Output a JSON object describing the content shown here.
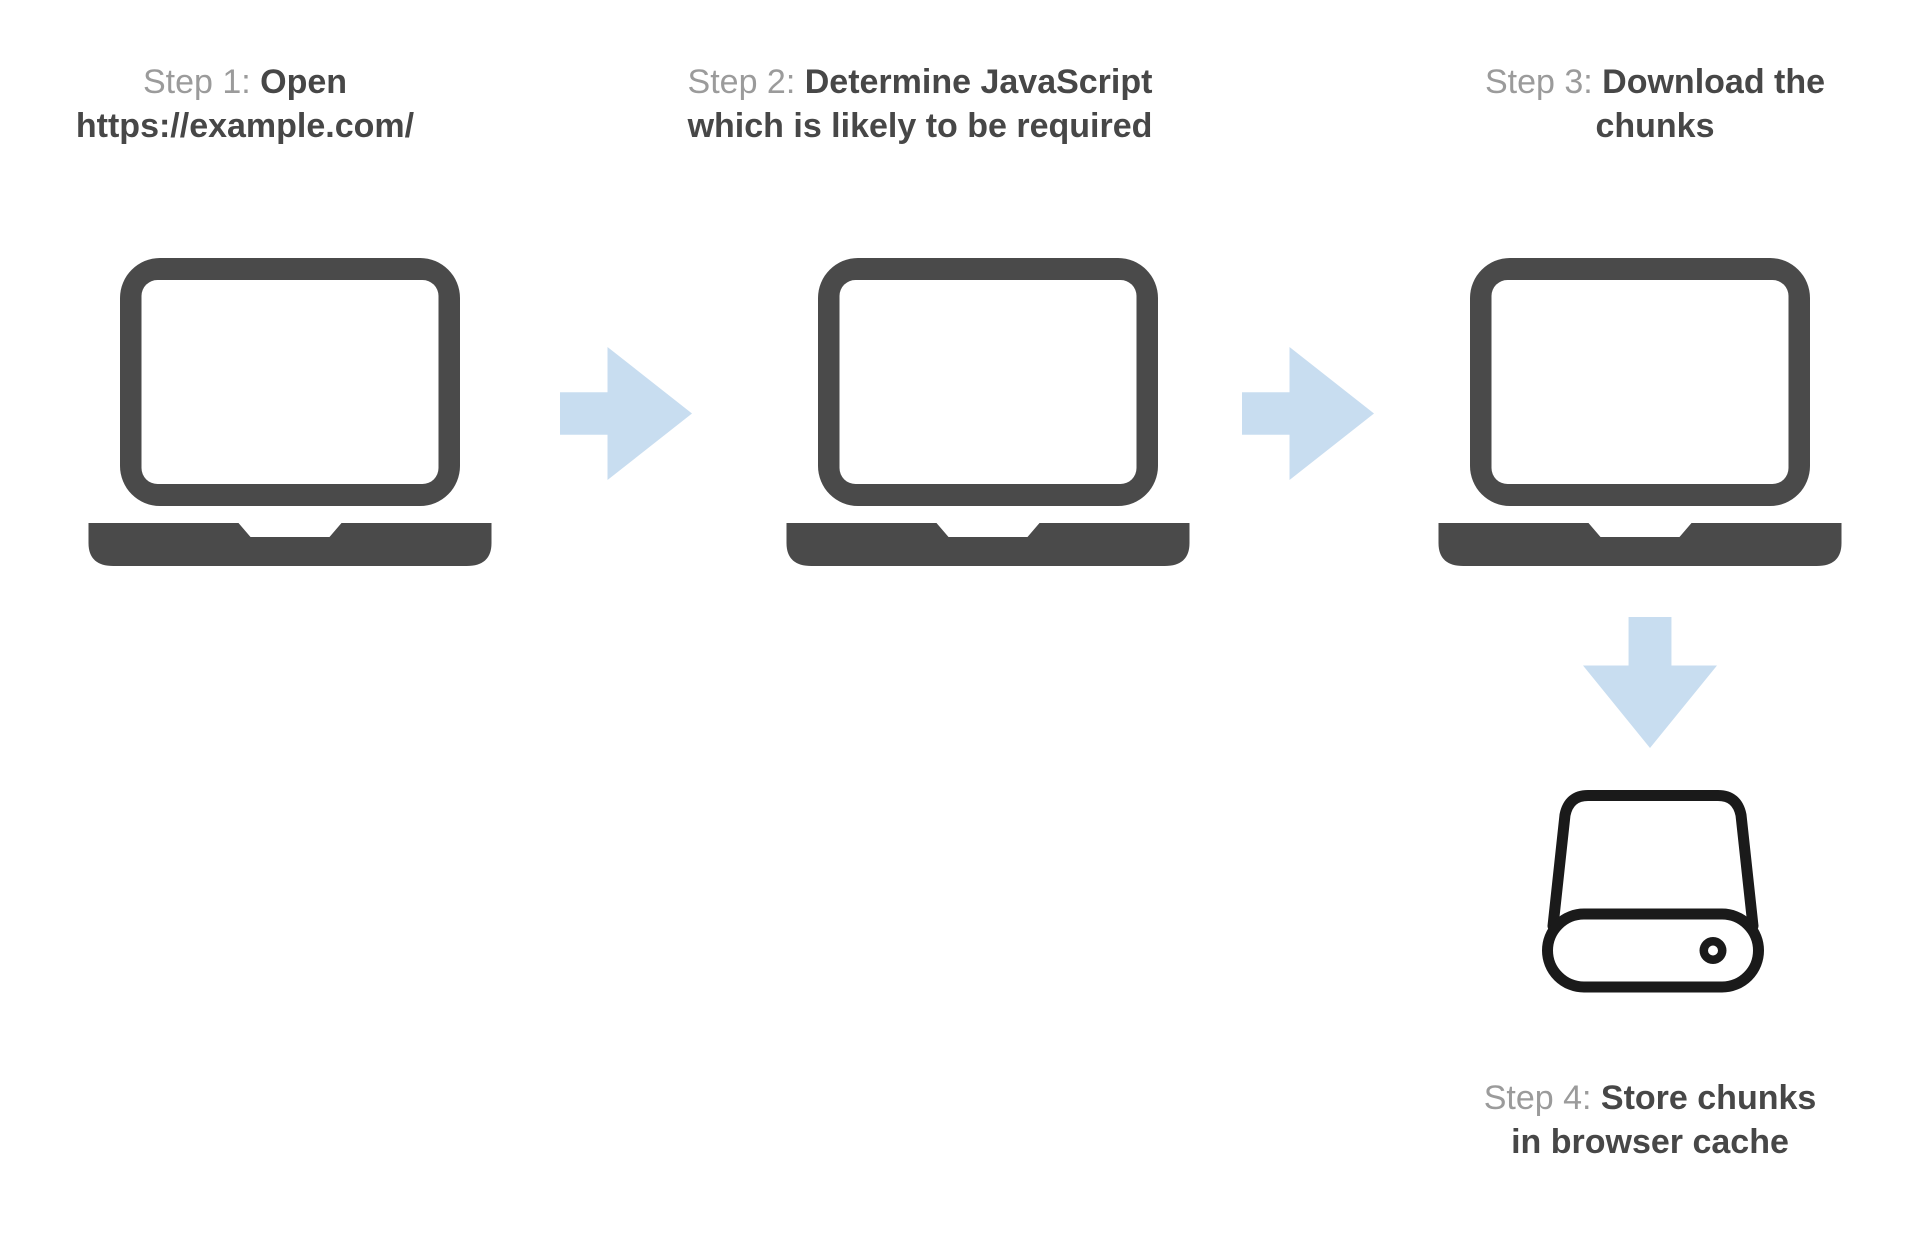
{
  "colors": {
    "background": "#ffffff",
    "laptop_gray": "#4a4a4a",
    "drive_outline": "#1a1a1a",
    "arrow_blue": "#c8ddf0",
    "step_prefix_gray": "#9b9b9b",
    "step_title_dark": "#474747"
  },
  "steps": [
    {
      "prefix": "Step 1:",
      "title_line1": "Open",
      "title_line2": "https://example.com/",
      "icon": "laptop-icon"
    },
    {
      "prefix": "Step 2:",
      "title_line1": "Determine JavaScript",
      "title_line2": "which is likely to be required",
      "icon": "laptop-icon"
    },
    {
      "prefix": "Step 3:",
      "title_line1": "Download the",
      "title_line2": "chunks",
      "icon": "laptop-icon"
    },
    {
      "prefix": "Step 4:",
      "title_line1": "Store chunks",
      "title_line2": "in browser cache",
      "icon": "hard-drive-icon"
    }
  ],
  "flow": {
    "arrows": [
      {
        "direction": "right"
      },
      {
        "direction": "right"
      },
      {
        "direction": "down"
      }
    ]
  }
}
